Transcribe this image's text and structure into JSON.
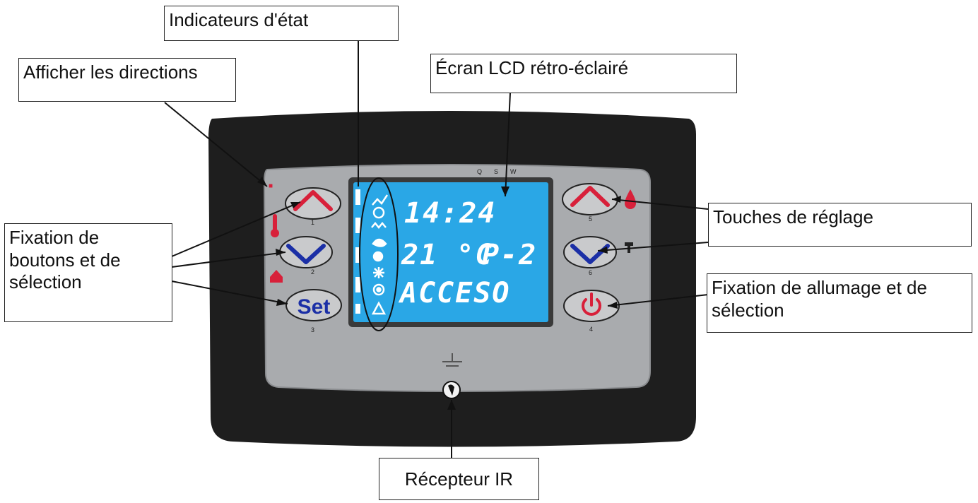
{
  "callouts": {
    "status_indicators": "Indicateurs d'état",
    "show_directions": "Afficher les directions",
    "lcd_screen": "Écran LCD rétro-éclairé",
    "selection_buttons": "Fixation de\nboutons et de\nsélection",
    "adjust_keys": "Touches de réglage",
    "power_selection": "Fixation de allumage et de\nsélection",
    "ir_receiver": "Récepteur IR"
  },
  "lcd": {
    "time": "14:24",
    "temperature": "21 °C",
    "power_level": "P-2",
    "status": "ACCESO",
    "top_marks": [
      "Q",
      "S",
      "W"
    ]
  },
  "buttons": {
    "left": [
      {
        "icon": "chevron-up-icon",
        "number": "1"
      },
      {
        "icon": "chevron-down-icon",
        "number": "2"
      },
      {
        "label": "Set",
        "number": "3"
      }
    ],
    "right": [
      {
        "icon": "chevron-up-icon",
        "number": "5"
      },
      {
        "icon": "chevron-down-icon",
        "number": "6"
      },
      {
        "icon": "power-icon",
        "number": "4"
      }
    ]
  },
  "colors": {
    "housing": "#1e1e1e",
    "panel": "#a9abae",
    "lcd": "#2aa7e6",
    "red_accent": "#d8203a",
    "blue_accent": "#1b2fa6"
  }
}
